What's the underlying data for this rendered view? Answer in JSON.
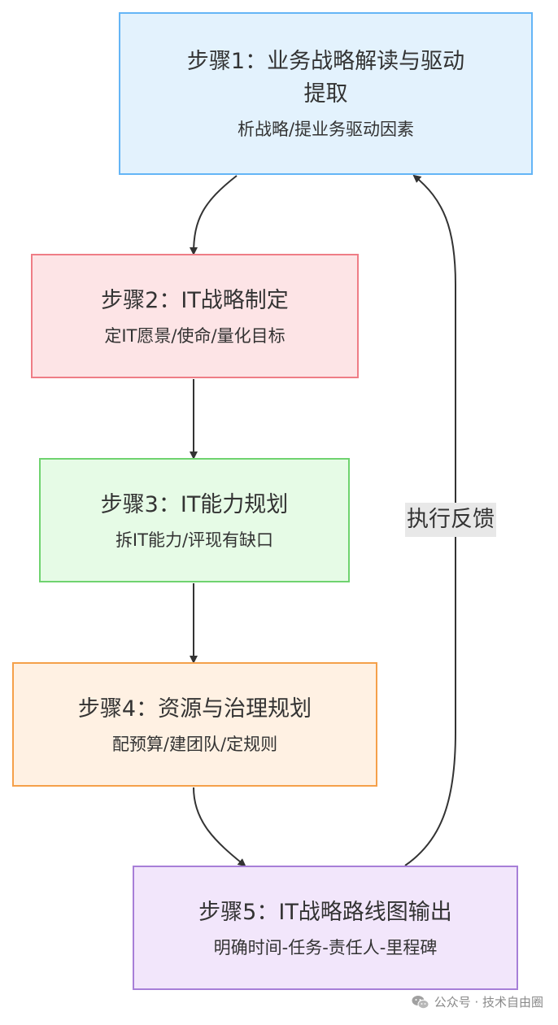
{
  "steps": [
    {
      "title": "步骤1：业务战略解读与驱动提取",
      "desc": "析战略/提业务驱动因素"
    },
    {
      "title": "步骤2：IT战略制定",
      "desc": "定IT愿景/使命/量化目标"
    },
    {
      "title": "步骤3：IT能力规划",
      "desc": "拆IT能力/评现有缺口"
    },
    {
      "title": "步骤4：资源与治理规划",
      "desc": "配预算/建团队/定规则"
    },
    {
      "title": "步骤5：IT战略路线图输出",
      "desc": "明确时间-任务-责任人-里程碑"
    }
  ],
  "feedback_label": "执行反馈",
  "watermark": {
    "text": "公众号 · 技术自由圈",
    "icon": "wechat-icon"
  },
  "colors": {
    "step1_fill": "#e3f2fd",
    "step1_border": "#64b5f6",
    "step2_fill": "#fde4e6",
    "step2_border": "#ef7d86",
    "step3_fill": "#e6fbe6",
    "step3_border": "#6fd36f",
    "step4_fill": "#fff1e3",
    "step4_border": "#f5a04a",
    "step5_fill": "#f2e6fb",
    "step5_border": "#a77fd8",
    "arrow": "#333333",
    "label_bg": "#e8e8e8"
  }
}
